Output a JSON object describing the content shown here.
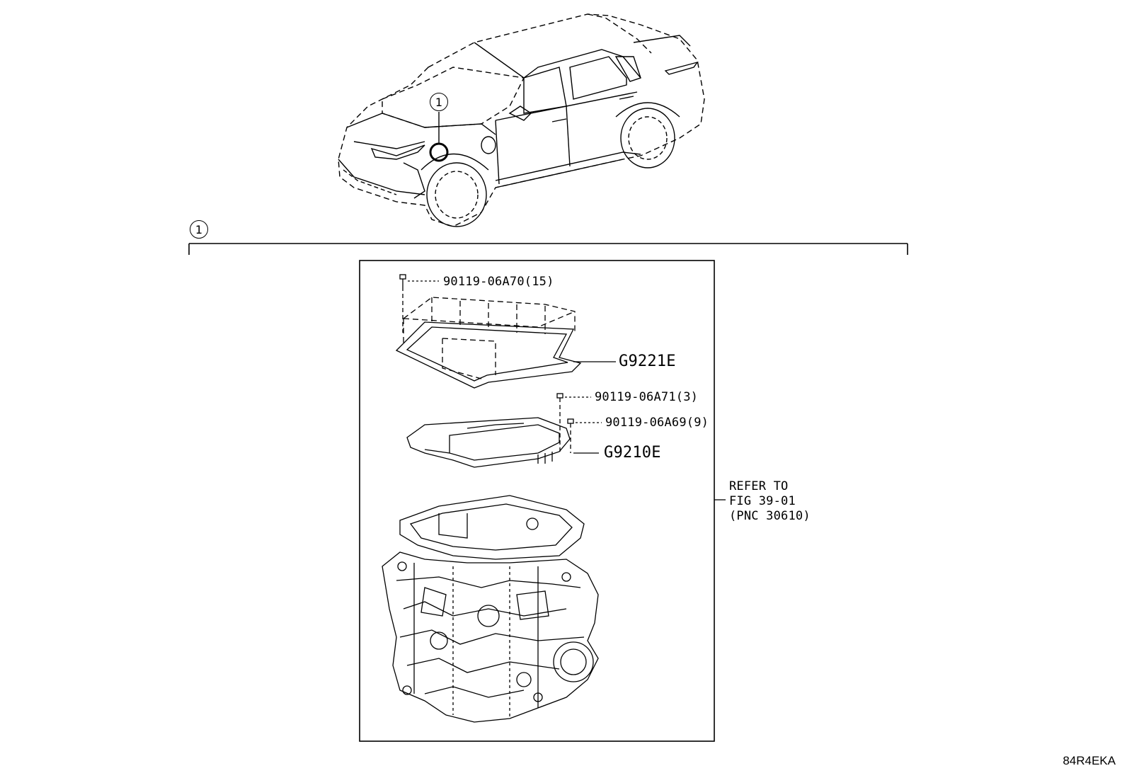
{
  "diagram": {
    "callout_index": "1",
    "parts": {
      "bolt_a": "90119-06A70(15)",
      "cover": "G9221E",
      "bolt_b": "90119-06A71(3)",
      "bolt_c": "90119-06A69(9)",
      "inverter": "G9210E"
    },
    "reference": {
      "line1": "REFER TO",
      "line2": "FIG 39-01",
      "line3": "(PNC 30610)"
    },
    "figure_code": "84R4EKA"
  }
}
